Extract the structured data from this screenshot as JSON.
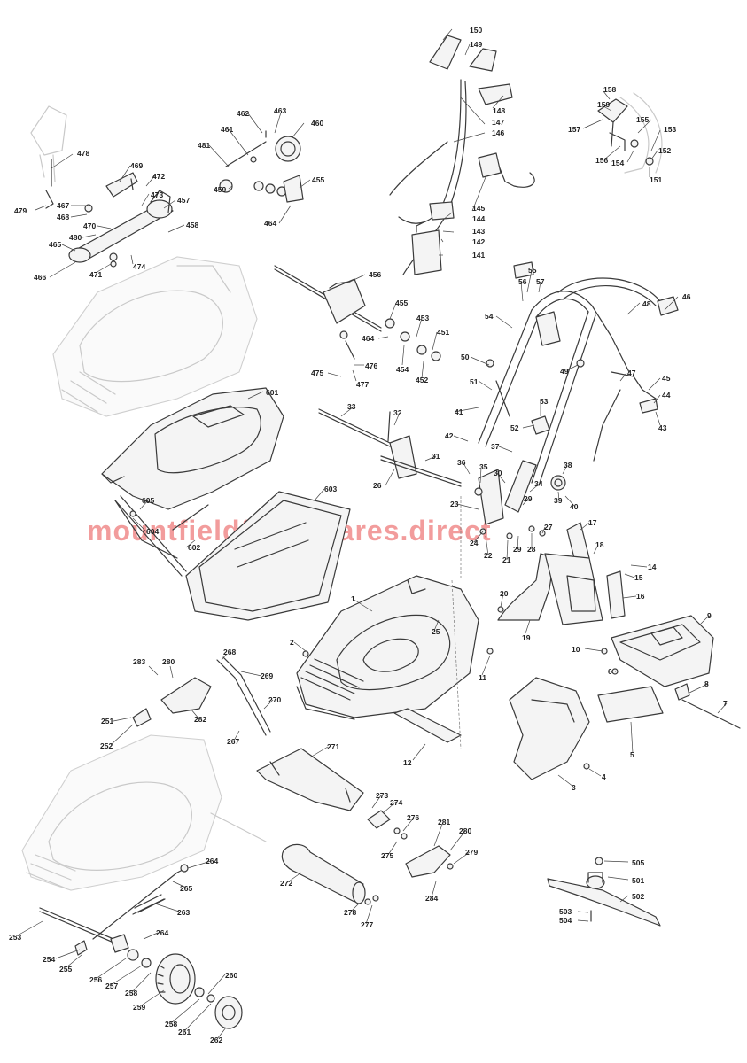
{
  "watermark": {
    "text": "mountfieldfieldspares.direct",
    "color": "#e84a4a"
  },
  "callouts": {
    "p150": "150",
    "p149": "149",
    "p148": "148",
    "p147": "147",
    "p146": "146",
    "p145": "145",
    "p144": "144",
    "p143": "143",
    "p142": "142",
    "p141": "141",
    "p158": "158",
    "p159": "159",
    "p157": "157",
    "p155": "155",
    "p153": "153",
    "p156": "156",
    "p154": "154",
    "p152": "152",
    "p151": "151",
    "p478": "478",
    "p469": "469",
    "p472": "472",
    "p467": "467",
    "p468": "468",
    "p479": "479",
    "p473": "473",
    "p457": "457",
    "p470": "470",
    "p480": "480",
    "p458": "458",
    "p465": "465",
    "p474": "474",
    "p466": "466",
    "p471": "471",
    "p462": "462",
    "p463": "463",
    "p461": "461",
    "p460": "460",
    "p481": "481",
    "p459": "459",
    "p455a": "455",
    "p464a": "464",
    "p456": "456",
    "p455b": "455",
    "p453": "453",
    "p464b": "464",
    "p451": "451",
    "p454": "454",
    "p452": "452",
    "p476": "476",
    "p475": "475",
    "p477": "477",
    "p55": "55",
    "p56": "56",
    "p57": "57",
    "p54": "54",
    "p48": "48",
    "p46": "46",
    "p50": "50",
    "p49": "49",
    "p47": "47",
    "p45": "45",
    "p44": "44",
    "p43": "43",
    "p51": "51",
    "p53": "53",
    "p41": "41",
    "p52": "52",
    "p42": "42",
    "p37": "37",
    "p601": "601",
    "p33": "33",
    "p32": "32",
    "p31": "31",
    "p36": "36",
    "p35": "35",
    "p30": "30",
    "p38": "38",
    "p26": "26",
    "p34": "34",
    "p29a": "29",
    "p39": "39",
    "p40": "40",
    "p23": "23",
    "p603": "603",
    "p605": "605",
    "p604": "604",
    "p602": "602",
    "p24": "24",
    "p22": "22",
    "p21": "21",
    "p29b": "29",
    "p28": "28",
    "p27": "27",
    "p17": "17",
    "p18": "18",
    "p14": "14",
    "p15": "15",
    "p16": "16",
    "p1": "1",
    "p2": "2",
    "p25": "25",
    "p20": "20",
    "p19": "19",
    "p11": "11",
    "p12": "12",
    "p9": "9",
    "p10": "10",
    "p6": "6",
    "p8": "8",
    "p7": "7",
    "p5": "5",
    "p4": "4",
    "p3": "3",
    "p283": "283",
    "p280a": "280",
    "p268": "268",
    "p269": "269",
    "p251": "251",
    "p282": "282",
    "p270": "270",
    "p252": "252",
    "p267": "267",
    "p271": "271",
    "p273": "273",
    "p274": "274",
    "p276": "276",
    "p281": "281",
    "p280b": "280",
    "p275": "275",
    "p279": "279",
    "p284": "284",
    "p272": "272",
    "p278": "278",
    "p277": "277",
    "p264a": "264",
    "p265": "265",
    "p263": "263",
    "p253": "253",
    "p264b": "264",
    "p254": "254",
    "p255": "255",
    "p256": "256",
    "p257": "257",
    "p258a": "258",
    "p259": "259",
    "p260": "260",
    "p258b": "258",
    "p261": "261",
    "p262": "262",
    "p505": "505",
    "p501": "501",
    "p502": "502",
    "p503": "503",
    "p504": "504"
  }
}
